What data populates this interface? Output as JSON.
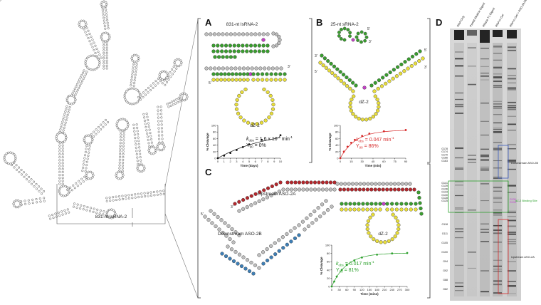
{
  "figure": {
    "panel_letters": [
      "A",
      "B",
      "C",
      "D"
    ],
    "overview_label": "831-nt lsRNA-2",
    "panelA": {
      "title": "831-nt lsRNA-2",
      "enzyme_label": "dZ-2",
      "kobs_text": "= 1.6 x 10",
      "kobs_exp": "-4",
      "kobs_unit": " min",
      "kobs_unit_exp": "-1",
      "y90_text": "= 0%",
      "k_symbol": "k",
      "k_sub": "obs",
      "y_symbol": "Y",
      "y_sub": "90",
      "color": "#111111"
    },
    "panelB": {
      "title": "25-nt sRNA-2",
      "enzyme_label": "dZ-2",
      "kobs_text": "= 0.047 min",
      "kobs_exp": "-1",
      "y90_text": "= 86%",
      "k_symbol": "k",
      "k_sub": "obs",
      "y_symbol": "Y",
      "y_sub": "90",
      "color": "#d62828"
    },
    "panelC": {
      "upstream_label": "Upstream ASO-2A",
      "downstream_label": "Downstream ASO-2B",
      "enzyme_label": "dZ-2",
      "kobs_text": "= 0.017 min",
      "kobs_exp": "-1",
      "y90_text": "= 81%",
      "k_symbol": "k",
      "k_sub": "obs",
      "y_symbol": "Y",
      "y_sub": "90",
      "color": "#2ca02c"
    },
    "panelD": {
      "lane_labels": [
        "RNA Only",
        "Partial Alkaline Digest",
        "RNase T1 Digest",
        "RNA in Gel",
        "RNA in Gel + ASO-2A/2B"
      ],
      "band_labels_top": [
        "G178",
        "G174",
        "G170",
        "G166",
        "G163"
      ],
      "band_labels_mid": [
        "G141",
        "G139",
        "G136",
        "G133",
        "G130",
        "G128",
        "G125"
      ],
      "band_labels_low": [
        "G118",
        "G111",
        "G105",
        "G100",
        "G94",
        "G92",
        "G88",
        "G82"
      ],
      "downstream_box_label": "Downstream ASO-2B",
      "binding_site_label": "dZ-2 Binding Site",
      "binding_site_sub": [
        "G136",
        "G133"
      ],
      "upstream_box_label": "Upstream ASO-2A",
      "box_colors": {
        "downstream": "#3a5bbf",
        "binding": "#2ca02c",
        "upstream": "#d62828",
        "binding_text": "#c03ccf"
      }
    }
  },
  "chart_data": [
    {
      "type": "scatter",
      "panel": "A",
      "xlabel": "Time (days)",
      "ylabel": "% Cleavage",
      "xlim": [
        0,
        10
      ],
      "ylim": [
        0,
        100
      ],
      "xticks": [
        0,
        1,
        2,
        3,
        4,
        5,
        6,
        7,
        8,
        9,
        10
      ],
      "yticks": [
        0,
        20,
        40,
        60,
        80,
        100
      ],
      "x": [
        0,
        1,
        2,
        3,
        4,
        5,
        7,
        10
      ],
      "y": [
        0,
        8,
        16,
        25,
        34,
        42,
        56,
        70
      ],
      "fit": {
        "model": "saturating",
        "ymax": 90,
        "k": 0.12
      },
      "color": "#111111"
    },
    {
      "type": "scatter",
      "panel": "B",
      "xlabel": "Time (min)",
      "ylabel": "% Cleavage",
      "xlim": [
        0,
        90
      ],
      "ylim": [
        0,
        100
      ],
      "xticks": [
        0,
        15,
        30,
        45,
        60,
        75,
        90
      ],
      "yticks": [
        0,
        20,
        40,
        60,
        80,
        100
      ],
      "x": [
        0,
        5,
        10,
        15,
        20,
        30,
        40,
        60,
        90
      ],
      "y": [
        0,
        20,
        35,
        47,
        56,
        68,
        75,
        82,
        86
      ],
      "fit": {
        "model": "saturating",
        "ymax": 86,
        "k": 0.047
      },
      "color": "#d62828"
    },
    {
      "type": "scatter",
      "panel": "C",
      "xlabel": "Time (mins)",
      "ylabel": "% Cleavage",
      "xlim": [
        0,
        300
      ],
      "ylim": [
        0,
        100
      ],
      "xticks": [
        0,
        30,
        60,
        90,
        120,
        150,
        180,
        210,
        240,
        270,
        300
      ],
      "yticks": [
        0,
        20,
        40,
        60,
        80,
        100
      ],
      "x": [
        0,
        10,
        20,
        40,
        60,
        90,
        120,
        180,
        240,
        300
      ],
      "y": [
        0,
        12,
        24,
        40,
        52,
        63,
        70,
        77,
        80,
        81
      ],
      "fit": {
        "model": "saturating",
        "ymax": 81,
        "k": 0.017
      },
      "color": "#2ca02c"
    }
  ]
}
